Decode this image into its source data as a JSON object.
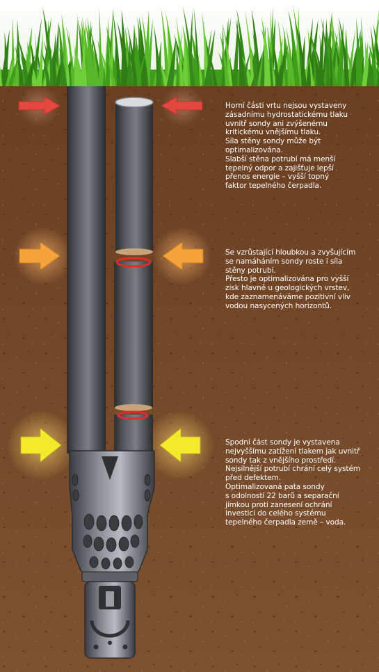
{
  "colors": {
    "soil_top": "#6a3f22",
    "soil_bottom": "#7e5230",
    "grass": "#3f9d1c",
    "pipe": "#4c4f54",
    "arrow_red": "#e2483e",
    "arrow_orange": "#f4a23a",
    "arrow_yellow": "#f2ea2a",
    "seal_ring": "#e32b2b",
    "text": "#ffffff"
  },
  "icons": {
    "top_arrows": "arrow-right-icon / arrow-left-icon",
    "probe_foot": "probe-foot-icon"
  },
  "sections": {
    "top": {
      "lines": [
        "Horní části vrtu nejsou vystaveny",
        "zásadnímu hydrostatickému tlaku",
        "uvnitř sondy ani zvýšenému",
        "kritickému vnějšímu tlaku.",
        "Síla stěny sondy může být",
        "optimalizována.",
        "Slabší stěna potrubí má menší",
        "tepelný odpor a zajišťuje lepší",
        "přenos energie – vyšší topný",
        "faktor tepelného čerpadla."
      ]
    },
    "middle": {
      "lines": [
        "Se vzrůstající hloubkou a zvyšujícím",
        "se namáháním sondy roste i síla",
        "stěny potrubí.",
        "Přesto je optimalizována pro vyšší",
        "zisk hlavně u geologických vrstev,",
        "kde zaznamenáváme pozitivní vliv",
        "vodou nasycených horizontů."
      ]
    },
    "bottom": {
      "lines": [
        "Spodní část sondy je vystavena",
        "nejvyššímu zatížení tlakem jak uvnitř",
        "sondy tak z vnějšího prostředí.",
        "Nejsilnější potrubí chrání celý systém",
        "před defektem.",
        "Optimalizovaná pata sondy",
        "s odolností 22 barů a separační",
        "jímkou proti zanesení ochrání",
        "investici do celého systému",
        "tepelného čerpadla země – voda."
      ]
    }
  }
}
